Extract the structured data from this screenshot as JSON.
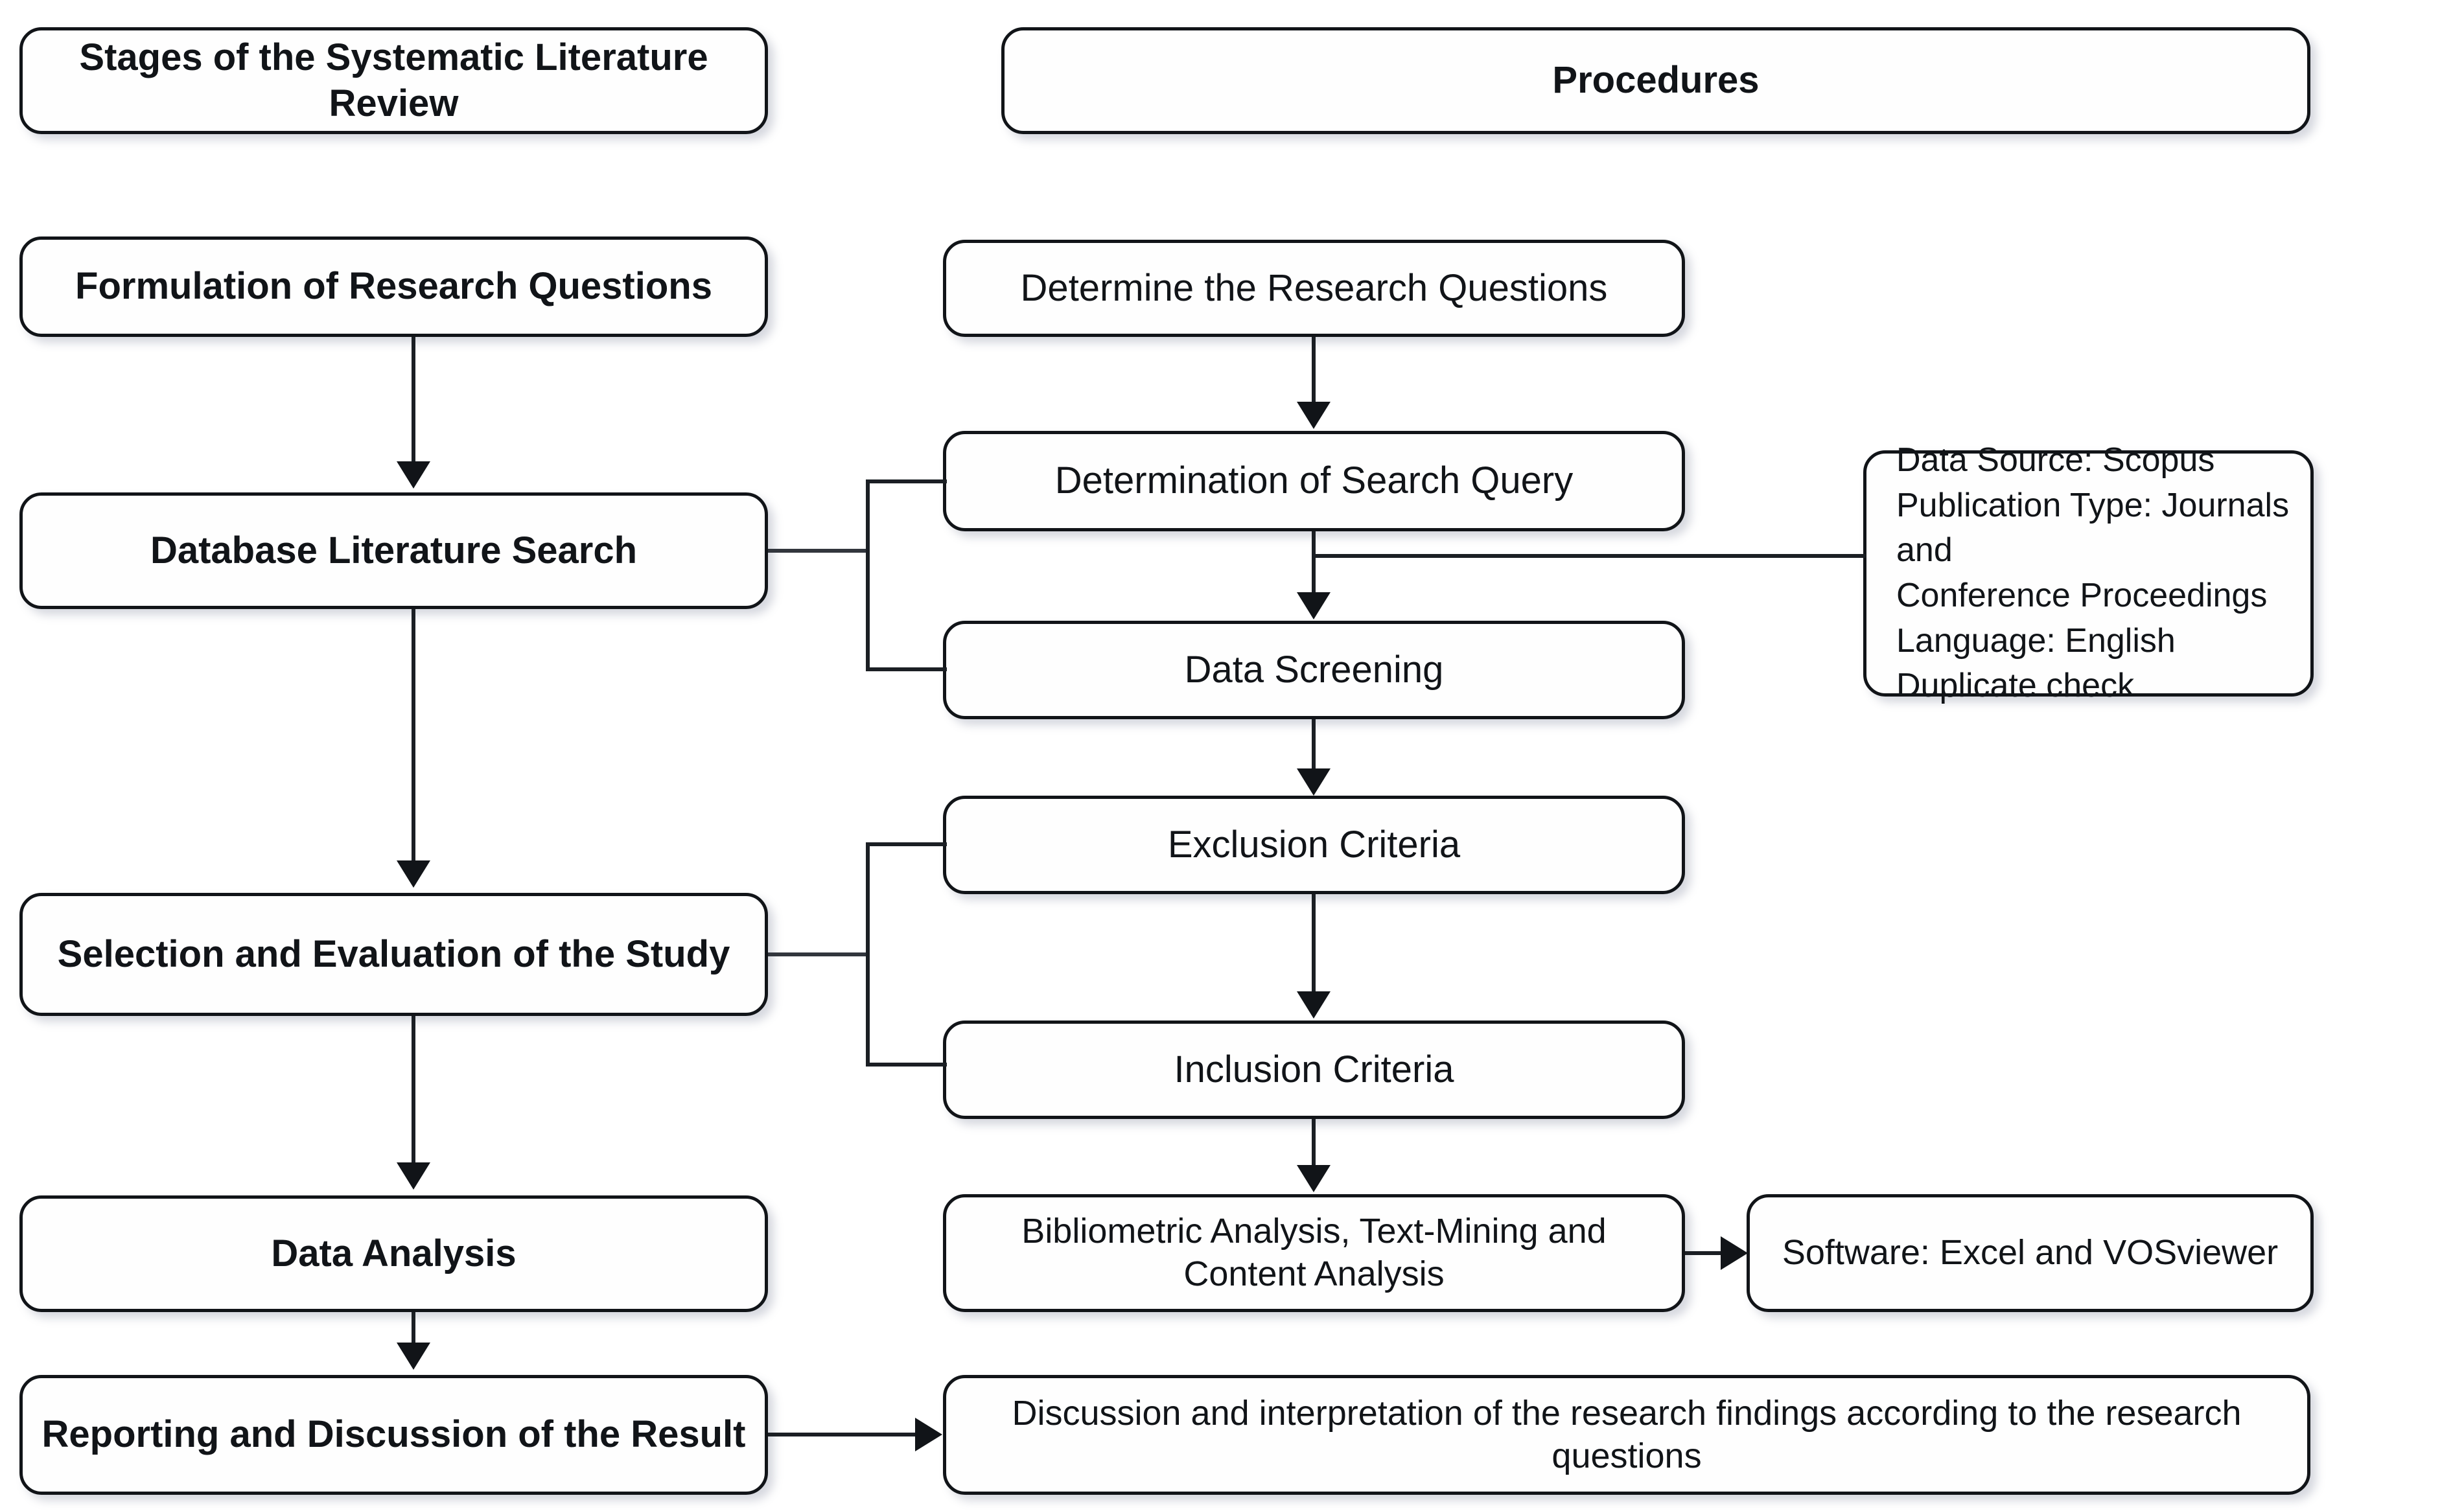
{
  "diagram": {
    "title": "Stages of the Systematic Literature Review methodology flowchart",
    "columns": {
      "stages_header": "Stages of the Systematic Literature Review",
      "procedures_header": "Procedures"
    },
    "stages": [
      {
        "id": "stage-formulation",
        "label": "Formulation of Research Questions"
      },
      {
        "id": "stage-database-search",
        "label": "Database Literature Search"
      },
      {
        "id": "stage-selection-evaluation",
        "label": "Selection and Evaluation of the Study"
      },
      {
        "id": "stage-data-analysis",
        "label": "Data Analysis"
      },
      {
        "id": "stage-reporting-discussion",
        "label": "Reporting and Discussion of the Result"
      }
    ],
    "procedures": [
      {
        "id": "proc-determine-questions",
        "label": "Determine the Research Questions"
      },
      {
        "id": "proc-search-query",
        "label": "Determination of Search Query"
      },
      {
        "id": "proc-data-screening",
        "label": "Data Screening"
      },
      {
        "id": "proc-exclusion-criteria",
        "label": "Exclusion Criteria"
      },
      {
        "id": "proc-inclusion-criteria",
        "label": "Inclusion Criteria"
      },
      {
        "id": "proc-analysis-methods",
        "label": "Bibliometric Analysis, Text-Mining and Content Analysis"
      },
      {
        "id": "proc-discussion",
        "label": "Discussion and interpretation of the research findings according to the research questions"
      }
    ],
    "annotations": [
      {
        "id": "note-search-criteria",
        "label": "Data Source: Scopus\nPublication Type: Journals and\nConference Proceedings\nLanguage: English\nDuplicate check",
        "lines": [
          "Data Source: Scopus",
          "Publication Type: Journals and",
          "Conference Proceedings",
          "Language: English",
          "Duplicate check"
        ]
      },
      {
        "id": "note-software",
        "label": "Software: Excel and VOSviewer"
      }
    ],
    "colors": {
      "box_border": "#111418",
      "box_fill": "#fefefe",
      "connector": "#1b1f24",
      "text": "#111418",
      "background": "#ffffff"
    }
  }
}
